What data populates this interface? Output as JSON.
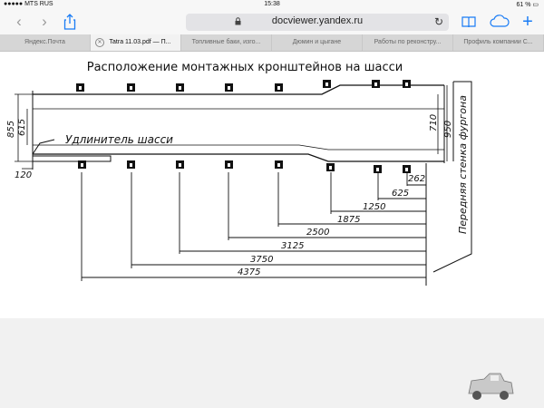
{
  "status": {
    "carrier": "●●●●● MTS RUS",
    "time": "15:38",
    "battery": "61 %"
  },
  "toolbar": {
    "url": "docviewer.yandex.ru",
    "icons": [
      "back-icon",
      "forward-icon",
      "share-icon",
      "bookmarks-icon",
      "cloud-icon",
      "new-tab-icon"
    ]
  },
  "tabs": [
    {
      "label": "Яндекс.Почта",
      "active": false
    },
    {
      "label": "Tatra 11.03.pdf — П...",
      "active": true
    },
    {
      "label": "Топливные баки, изго...",
      "active": false
    },
    {
      "label": "Дюмин и цыгане",
      "active": false
    },
    {
      "label": "Работы по реконстру...",
      "active": false
    },
    {
      "label": "Профиль компании С...",
      "active": false
    }
  ],
  "drawing": {
    "title": "Расположение монтажных кронштейнов на шасси",
    "extension_label": "Удлинитель шасси",
    "side_label": "Передняя стенка фургона",
    "dims": {
      "d855": "855",
      "d615": "615",
      "d710": "710",
      "d950": "950",
      "d120": "120",
      "d262": "262"
    },
    "lengths": [
      "625",
      "1250",
      "1875",
      "2500",
      "3125",
      "3750",
      "4375"
    ]
  }
}
